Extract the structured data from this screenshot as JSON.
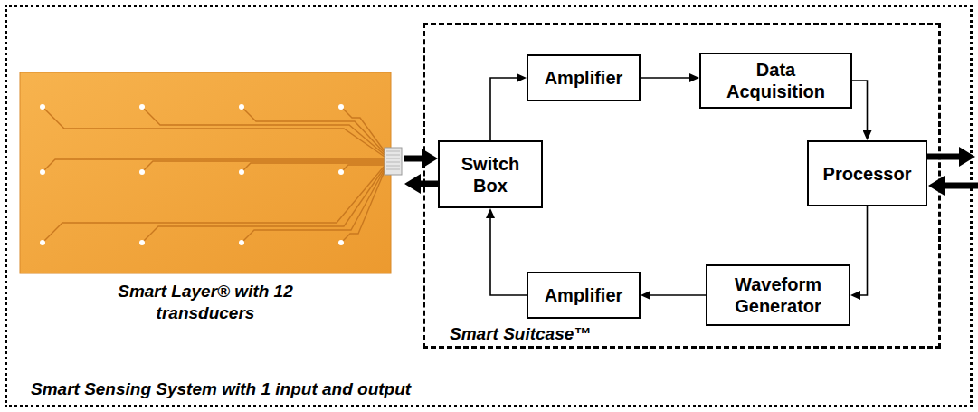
{
  "diagram": {
    "nodes": [
      {
        "text": [
          "Smart Sensing System with 1 input and output"
        ]
      },
      {
        "text": [
          "Smart Layer® with 12 transducers"
        ],
        "in": 0
      },
      {
        "text": [
          "Smart Suitcase™"
        ],
        "in": 0
      },
      {
        "text": [
          "Switch Box"
        ],
        "in": 2
      },
      {
        "text": [
          "Amplifier"
        ],
        "in": 2
      },
      {
        "text": [
          "Data Acquisition"
        ],
        "in": 2
      },
      {
        "text": [
          "Processor"
        ],
        "in": 2
      },
      {
        "text": [
          "Waveform Generator"
        ],
        "in": 2
      },
      {
        "text": [
          "Amplifier"
        ],
        "in": 2
      }
    ],
    "edges": [
      {
        "from": 1,
        "to": 3,
        "arrow": "to"
      },
      {
        "from": 3,
        "to": 1,
        "arrow": "to"
      },
      {
        "from": 3,
        "to": 4,
        "arrow": "to"
      },
      {
        "from": 4,
        "to": 5,
        "arrow": "to"
      },
      {
        "from": 5,
        "to": 6,
        "arrow": "to"
      },
      {
        "from": 6,
        "to": 7,
        "arrow": "to"
      },
      {
        "from": 7,
        "to": 8,
        "arrow": "to"
      },
      {
        "from": 8,
        "to": 3,
        "arrow": "to"
      }
    ]
  }
}
